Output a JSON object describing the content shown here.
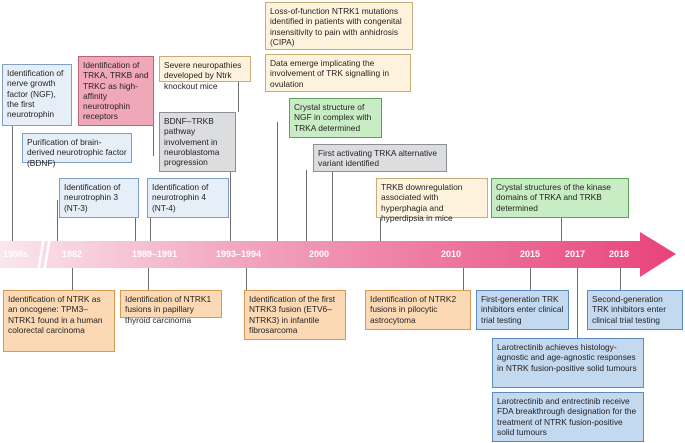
{
  "years": [
    "1950s",
    "1982",
    "1989–1991",
    "1993–1994",
    "2000",
    "2010",
    "2015",
    "2017",
    "2018"
  ],
  "above": {
    "ngf": "Identification of nerve growth factor (NGF), the first neurotrophin",
    "trk_receptors": "Identification of TRKA, TRKB and TRKC as high-affinity neurotrophin receptors",
    "ntrk_ko": "Severe neuropathies developed by Ntrk knockout mice",
    "cipa": "Loss-of-function NTRK1 mutations identified in patients with congenital insensitivity to pain with anhidrosis (CIPA)",
    "ovulation": "Data emerge implicating the involvement of TRK signalling in ovulation",
    "ngf_crystal": "Crystal structure of NGF in complex with TRKA determined",
    "bdnf": "Purification of brain-derived neurotrophic factor (BDNF)",
    "neuroblastoma": "BDNF–TRKB pathway involvement in neuroblastoma progression",
    "trka_variant": "First activating TRKA alternative variant identified",
    "nt3": "Identification of neurotrophin 3 (NT-3)",
    "nt4": "Identification of neurotrophin 4 (NT-4)",
    "trkb_down": "TRKB downregulation associated with hyperphagia and hyperdipsia in mice",
    "kinase_crystal": "Crystal structures of the kinase domains of TRKA and TRKB determined"
  },
  "below": {
    "oncogene": "Identification of NTRK as an oncogene: TPM3–NTRK1 found in a human colorectal carcinoma",
    "thyroid": "Identification of NTRK1 fusions in papillary thyroid carcinoma",
    "ntrk3": "Identification of the first NTRK3 fusion (ETV6–NTRK3) in infantile fibrosarcoma",
    "ntrk2": "Identification of NTRK2 fusions in pilocytic astrocytoma",
    "first_gen": "First-generation TRK inhibitors enter clinical trial testing",
    "second_gen": "Second-generation TRK inhibitors enter clinical trial testing",
    "larotrectinib": "Larotrectinib achieves histology-agnostic and age-agnostic responses in NTRK fusion-positive solid tumours",
    "fda": "Larotrectinib and entrectinib receive FDA breakthrough designation for the treatment of NTRK fusion-positive solid tumours"
  },
  "colors": {
    "arrow_start": "#fbe6ee",
    "arrow_end": "#e8437a",
    "blue": "#e6eef7",
    "pink": "#f0a8b9",
    "grey": "#dcdddf",
    "cream": "#fdf3dd",
    "green": "#c8ecc4",
    "orange": "#fad9b4",
    "light_blue": "#c3d9ef"
  }
}
